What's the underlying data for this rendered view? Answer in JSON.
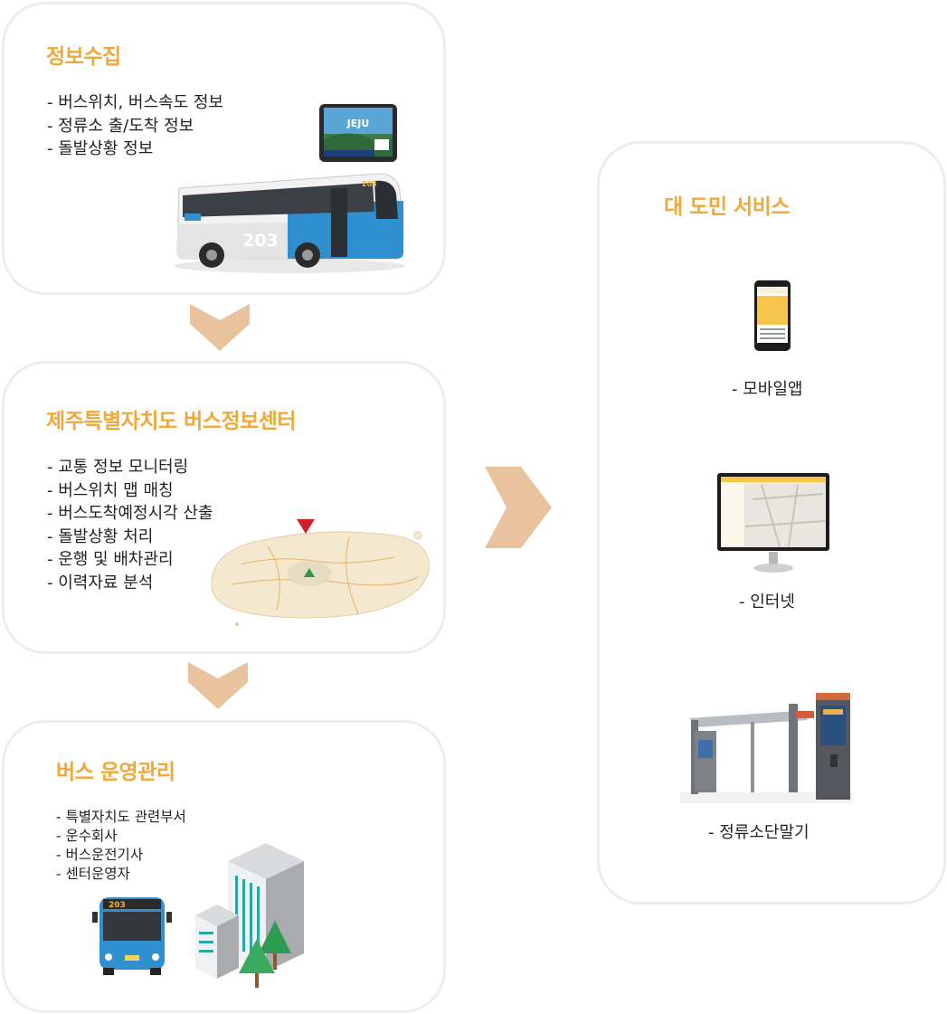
{
  "collect": {
    "title": "정보수집",
    "items": [
      "- 버스위치,  버스속도  정보",
      "- 정류소 출/도착 정보",
      "- 돌발상황 정보"
    ],
    "bus_number": "203",
    "tablet_brand": "JEJU"
  },
  "center": {
    "title": "제주특별자치도 버스정보센터",
    "items": [
      "- 교통 정보 모니터링",
      "- 버스위치 맵 매칭",
      "- 버스도착예정시각  산출",
      "- 돌발상황 처리",
      "- 운행 및 배차관리",
      "- 이력자료  분석"
    ]
  },
  "ops": {
    "title": "버스 운영관리",
    "items": [
      "- 특별자치도  관련부서",
      "- 운수회사",
      "- 버스운전기사",
      "- 센터운영자"
    ],
    "bus_number": "203"
  },
  "service": {
    "title": "대 도민 서비스",
    "mobile_label": "- 모바일앱",
    "internet_label": "- 인터넷",
    "kiosk_label": "- 정류소단말기"
  },
  "colors": {
    "accent": "#f0a838",
    "arrow": "#e8c39d",
    "bus_blue": "#2f8fcf",
    "panel_border": "#ededed"
  }
}
